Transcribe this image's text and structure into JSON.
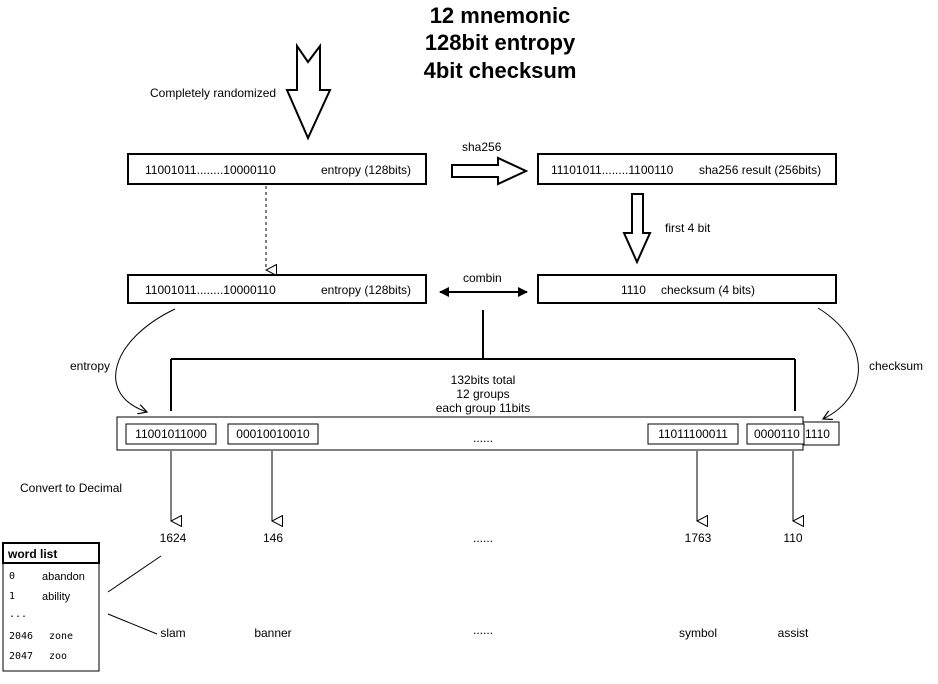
{
  "title": {
    "line1": "12 mnemonic",
    "line2": "128bit entropy",
    "line3": "4bit checksum"
  },
  "labels": {
    "randomized": "Completely randomized",
    "sha256": "sha256",
    "first4bit": "first 4 bit",
    "combin": "combin",
    "entropy_side": "entropy",
    "checksum_side": "checksum",
    "convert": "Convert to Decimal"
  },
  "boxes": {
    "entropy1_bits": "11001011........10000110",
    "entropy1_label": "entropy (128bits)",
    "sha_bits": "11101011........1100110",
    "sha_label": "sha256 result  (256bits)",
    "entropy2_bits": "11001011........10000110",
    "entropy2_label": "entropy (128bits)",
    "checksum_bits": "1110",
    "checksum_label": "checksum (4 bits)"
  },
  "total": {
    "line1": "132bits total",
    "line2": "12 groups",
    "line3": "each group 11bits"
  },
  "groups": [
    "11001011000",
    "00010010010",
    "11011100011",
    "0000110"
  ],
  "groups_ellipsis": "......",
  "tail_checksum": "1110",
  "decimals": [
    "1624",
    "146",
    "1763",
    "110"
  ],
  "decimals_ellipsis": "......",
  "words": [
    "slam",
    "banner",
    "symbol",
    "assist"
  ],
  "words_ellipsis": "......",
  "wordlist": {
    "title": "word list",
    "rows": [
      {
        "num": "0",
        "word": "abandon"
      },
      {
        "num": "1",
        "word": "ability"
      },
      {
        "num": "...",
        "word": ""
      },
      {
        "num": "2046",
        "word": "zone"
      },
      {
        "num": "2047",
        "word": "zoo"
      }
    ]
  }
}
